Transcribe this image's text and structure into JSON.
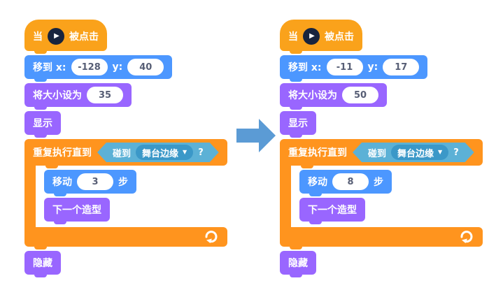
{
  "icons": {
    "play": "▶",
    "caret": "▼"
  },
  "colors": {
    "events": "#FAA21B",
    "control": "#FF941E",
    "motion": "#4C97FF",
    "looks": "#9966FF",
    "sensing": "#5CB1D6",
    "sensing_dropdown": "#3B98C8",
    "input_text": "#575E75",
    "transform_arrow": "#5B9BD5",
    "play_button_bg": "#17243E"
  },
  "scripts": {
    "left": {
      "hat_pre": "当",
      "hat_post": "被点击",
      "goto_label": "移到 x:",
      "goto_x": "-128",
      "goto_y_label": "y:",
      "goto_y": "40",
      "size_label": "将大小设为",
      "size_value": "35",
      "show_label": "显示",
      "repeat_label": "重复执行直到",
      "touch_label": "碰到",
      "touch_option": "舞台边缘",
      "touch_q": "?",
      "move_label": "移动",
      "move_value": "3",
      "move_suffix": "步",
      "next_costume_label": "下一个造型",
      "hide_label": "隐藏"
    },
    "right": {
      "hat_pre": "当",
      "hat_post": "被点击",
      "goto_label": "移到 x:",
      "goto_x": "-11",
      "goto_y_label": "y:",
      "goto_y": "17",
      "size_label": "将大小设为",
      "size_value": "50",
      "show_label": "显示",
      "repeat_label": "重复执行直到",
      "touch_label": "碰到",
      "touch_option": "舞台边缘",
      "touch_q": "?",
      "move_label": "移动",
      "move_value": "8",
      "move_suffix": "步",
      "next_costume_label": "下一个造型",
      "hide_label": "隐藏"
    }
  }
}
